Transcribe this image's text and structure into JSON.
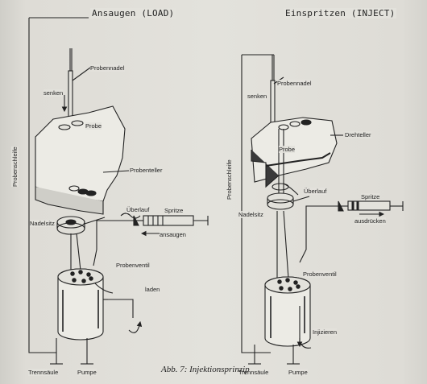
{
  "left_panel": {
    "title": "Ansaugen (LOAD)",
    "labels": {
      "probennadel": "Probennadel",
      "senken": "senken",
      "probe": "Probe",
      "probenschleife": "Probenschleife",
      "probenteller": "Probenteller",
      "ueberlauf": "Überlauf",
      "nadelsitz": "Nadelsitz",
      "spritze": "Spritze",
      "ansaugen": "ansaugen",
      "probenventil": "Probenventil",
      "laden": "laden",
      "trennsaeule": "Trennsäule",
      "pumpe": "Pumpe"
    }
  },
  "right_panel": {
    "title": "Einspritzen (INJECT)",
    "labels": {
      "probennadel": "Probennadel",
      "senken": "senken",
      "drehteller": "Drehteller",
      "probe": "Probe",
      "probenschleife": "Probenschleife",
      "ueberlauf": "Überlauf",
      "nadelsitz": "Nadelsitz",
      "spritze": "Spritze",
      "ausdruecken": "ausdrücken",
      "probenventil": "Probenventil",
      "injizieren": "Injizieren",
      "trennsaeule": "Trennsäule",
      "pumpe": "Pumpe"
    }
  },
  "caption": "Abb. 7: Injektionsprinzip"
}
